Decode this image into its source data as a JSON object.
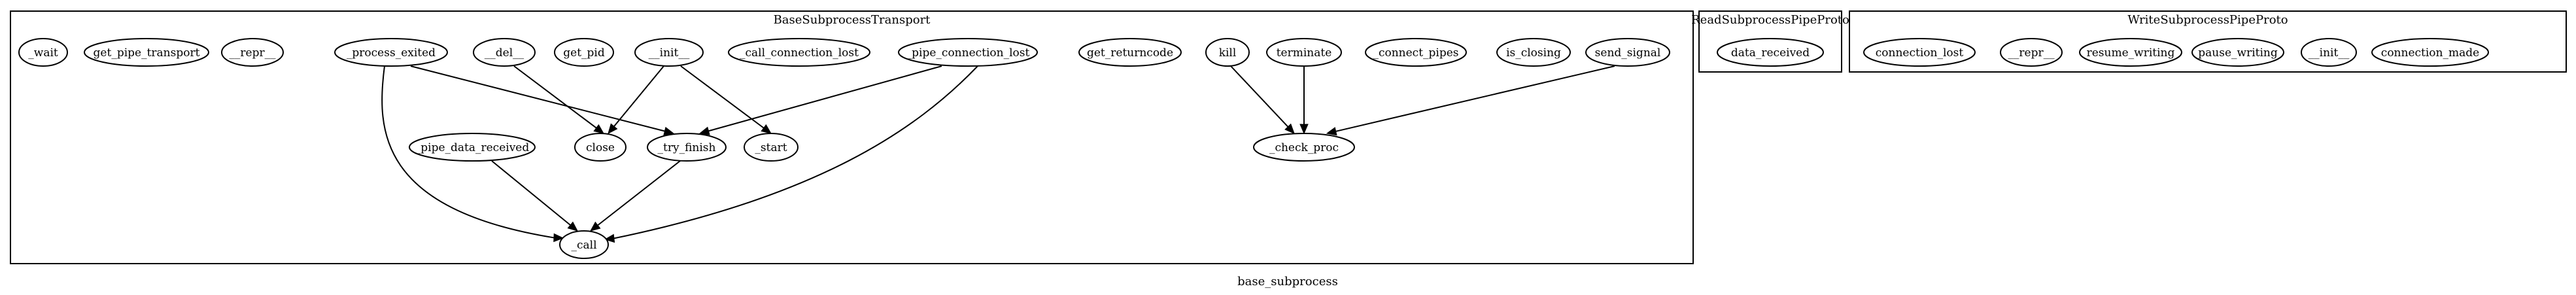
{
  "graph": {
    "title": "base_subprocess"
  },
  "clusters": [
    {
      "id": "base",
      "label": "BaseSubprocessTransport",
      "nodes": [
        {
          "id": "wait",
          "label": "_wait"
        },
        {
          "id": "get_pipe_transport",
          "label": "get_pipe_transport"
        },
        {
          "id": "repr_b",
          "label": "__repr__"
        },
        {
          "id": "process_exited",
          "label": "_process_exited"
        },
        {
          "id": "del_",
          "label": "__del__"
        },
        {
          "id": "get_pid",
          "label": "get_pid"
        },
        {
          "id": "init_b",
          "label": "__init__"
        },
        {
          "id": "call_connection_lost",
          "label": "_call_connection_lost"
        },
        {
          "id": "pipe_connection_lost",
          "label": "_pipe_connection_lost"
        },
        {
          "id": "get_returncode",
          "label": "get_returncode"
        },
        {
          "id": "kill",
          "label": "kill"
        },
        {
          "id": "terminate",
          "label": "terminate"
        },
        {
          "id": "connect_pipes",
          "label": "_connect_pipes"
        },
        {
          "id": "is_closing",
          "label": "is_closing"
        },
        {
          "id": "send_signal",
          "label": "send_signal"
        },
        {
          "id": "pipe_data_received",
          "label": "_pipe_data_received"
        },
        {
          "id": "close",
          "label": "close"
        },
        {
          "id": "try_finish",
          "label": "_try_finish"
        },
        {
          "id": "start",
          "label": "_start"
        },
        {
          "id": "check_proc",
          "label": "_check_proc"
        },
        {
          "id": "call",
          "label": "_call"
        }
      ]
    },
    {
      "id": "read",
      "label": "ReadSubprocessPipeProto",
      "nodes": [
        {
          "id": "data_received",
          "label": "data_received"
        }
      ]
    },
    {
      "id": "write",
      "label": "WriteSubprocessPipeProto",
      "nodes": [
        {
          "id": "connection_lost",
          "label": "connection_lost"
        },
        {
          "id": "repr_w",
          "label": "__repr__"
        },
        {
          "id": "resume_writing",
          "label": "resume_writing"
        },
        {
          "id": "pause_writing",
          "label": "pause_writing"
        },
        {
          "id": "init_w",
          "label": "__init__"
        },
        {
          "id": "connection_made",
          "label": "connection_made"
        }
      ]
    }
  ],
  "edges": [
    {
      "from": "process_exited",
      "to": "try_finish"
    },
    {
      "from": "process_exited",
      "to": "call"
    },
    {
      "from": "del_",
      "to": "close"
    },
    {
      "from": "init_b",
      "to": "close"
    },
    {
      "from": "init_b",
      "to": "start"
    },
    {
      "from": "pipe_connection_lost",
      "to": "try_finish"
    },
    {
      "from": "pipe_connection_lost",
      "to": "call"
    },
    {
      "from": "pipe_data_received",
      "to": "call"
    },
    {
      "from": "try_finish",
      "to": "call"
    },
    {
      "from": "kill",
      "to": "check_proc"
    },
    {
      "from": "terminate",
      "to": "check_proc"
    },
    {
      "from": "send_signal",
      "to": "check_proc"
    }
  ]
}
